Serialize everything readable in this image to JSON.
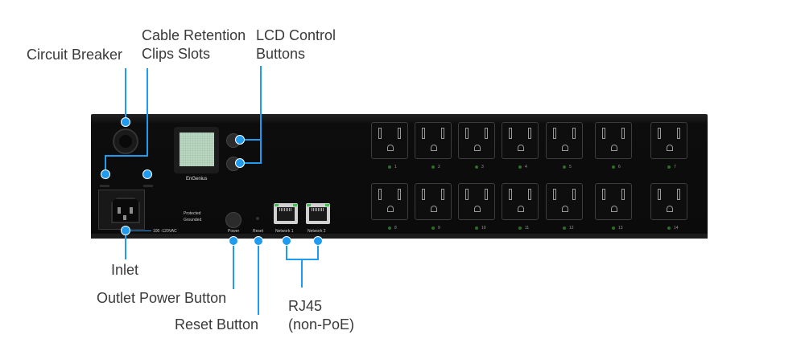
{
  "callouts": {
    "circuit_breaker": "Circuit Breaker",
    "cable_retention_line1": "Cable Retention",
    "cable_retention_line2": "Clips Slots",
    "lcd_control_line1": "LCD Control",
    "lcd_control_line2": "Buttons",
    "inlet": "Inlet",
    "outlet_power_button": "Outlet Power Button",
    "reset_button": "Reset Button",
    "rj45_line1": "RJ45",
    "rj45_line2": "(non-PoE)"
  },
  "device": {
    "brand": "EnGenius",
    "voltage": "100 -120VAC",
    "protected": "Protected",
    "grounded": "Grounded",
    "power_label": "Power",
    "reset_label": "Reset",
    "network1": "Network 1",
    "network2": "Network 2",
    "outlets_top": [
      "1",
      "2",
      "3",
      "4",
      "5",
      "6",
      "7"
    ],
    "outlets_bottom": [
      "8",
      "9",
      "10",
      "11",
      "12",
      "13",
      "14"
    ]
  },
  "colors": {
    "accent": "#1f9cf0",
    "panel": "#0b0b0b",
    "lcd": "#b9d7c0"
  }
}
